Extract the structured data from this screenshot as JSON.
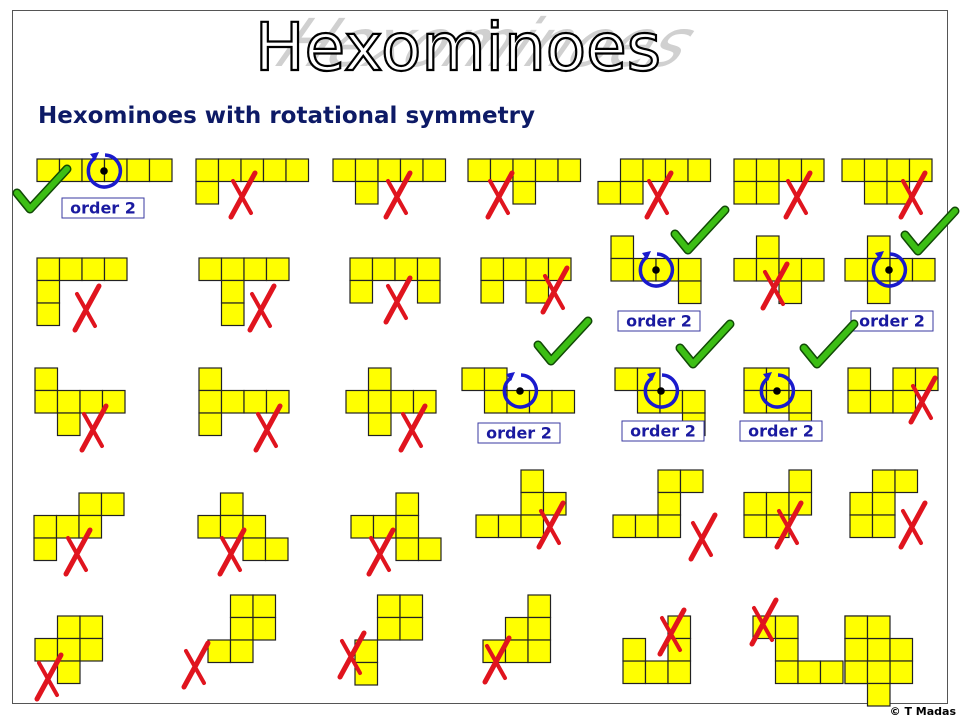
{
  "title": "Hexominoes",
  "subtitle": "Hexominoes with rotational symmetry",
  "copyright": "© T Madas",
  "symmetry_label": "order 2",
  "colors": {
    "cell_fill": "#ffff00",
    "cell_stroke": "#222222",
    "cross": "#e0141e",
    "tick": "#3cbe14",
    "label_text": "#1a1aa0",
    "rotation_arrow": "#1a1acc"
  },
  "icons": {
    "correct": "check-mark-icon",
    "incorrect": "cross-mark-icon",
    "rotation": "rotation-arrow-icon"
  },
  "hexominoes": [
    {
      "cells": [
        [
          0,
          0
        ],
        [
          1,
          0
        ],
        [
          2,
          0
        ],
        [
          3,
          0
        ],
        [
          4,
          0
        ],
        [
          5,
          0
        ]
      ],
      "symmetric": true,
      "order": "order 2"
    },
    {
      "cells": [
        [
          0,
          0
        ],
        [
          1,
          0
        ],
        [
          2,
          0
        ],
        [
          3,
          0
        ],
        [
          4,
          0
        ],
        [
          0,
          1
        ]
      ],
      "symmetric": false
    },
    {
      "cells": [
        [
          0,
          0
        ],
        [
          1,
          0
        ],
        [
          2,
          0
        ],
        [
          3,
          0
        ],
        [
          4,
          0
        ],
        [
          1,
          1
        ]
      ],
      "symmetric": false
    },
    {
      "cells": [
        [
          0,
          0
        ],
        [
          1,
          0
        ],
        [
          2,
          0
        ],
        [
          3,
          0
        ],
        [
          4,
          0
        ],
        [
          2,
          1
        ]
      ],
      "symmetric": false
    },
    {
      "cells": [
        [
          1,
          0
        ],
        [
          2,
          0
        ],
        [
          3,
          0
        ],
        [
          4,
          0
        ],
        [
          0,
          1
        ],
        [
          1,
          1
        ]
      ],
      "symmetric": false
    },
    {
      "cells": [
        [
          0,
          0
        ],
        [
          1,
          0
        ],
        [
          2,
          0
        ],
        [
          3,
          0
        ],
        [
          0,
          1
        ],
        [
          1,
          1
        ]
      ],
      "symmetric": false
    },
    {
      "cells": [
        [
          0,
          0
        ],
        [
          1,
          0
        ],
        [
          2,
          0
        ],
        [
          3,
          0
        ],
        [
          1,
          1
        ],
        [
          2,
          1
        ]
      ],
      "symmetric": false
    },
    {
      "cells": [
        [
          0,
          0
        ],
        [
          1,
          0
        ],
        [
          2,
          0
        ],
        [
          3,
          0
        ],
        [
          0,
          1
        ],
        [
          0,
          2
        ]
      ],
      "symmetric": false
    },
    {
      "cells": [
        [
          0,
          0
        ],
        [
          1,
          0
        ],
        [
          2,
          0
        ],
        [
          3,
          0
        ],
        [
          1,
          1
        ],
        [
          1,
          2
        ]
      ],
      "symmetric": false
    },
    {
      "cells": [
        [
          0,
          0
        ],
        [
          1,
          0
        ],
        [
          2,
          0
        ],
        [
          3,
          0
        ],
        [
          0,
          1
        ],
        [
          3,
          1
        ]
      ],
      "symmetric": false
    },
    {
      "cells": [
        [
          0,
          0
        ],
        [
          1,
          0
        ],
        [
          2,
          0
        ],
        [
          3,
          0
        ],
        [
          0,
          1
        ],
        [
          2,
          1
        ]
      ],
      "symmetric": false
    },
    {
      "cells": [
        [
          0,
          0
        ],
        [
          0,
          1
        ],
        [
          1,
          1
        ],
        [
          2,
          1
        ],
        [
          3,
          1
        ],
        [
          3,
          2
        ]
      ],
      "symmetric": true,
      "order": "order 2"
    },
    {
      "cells": [
        [
          1,
          0
        ],
        [
          0,
          1
        ],
        [
          1,
          1
        ],
        [
          2,
          1
        ],
        [
          3,
          1
        ],
        [
          2,
          2
        ]
      ],
      "symmetric": false
    },
    {
      "cells": [
        [
          1,
          0
        ],
        [
          0,
          1
        ],
        [
          1,
          1
        ],
        [
          2,
          1
        ],
        [
          3,
          1
        ],
        [
          1,
          2
        ]
      ],
      "symmetric": true,
      "order": "order 2"
    },
    {
      "cells": [
        [
          0,
          0
        ],
        [
          0,
          1
        ],
        [
          1,
          1
        ],
        [
          2,
          1
        ],
        [
          3,
          1
        ],
        [
          1,
          2
        ]
      ],
      "symmetric": false
    },
    {
      "cells": [
        [
          0,
          0
        ],
        [
          0,
          1
        ],
        [
          1,
          1
        ],
        [
          2,
          1
        ],
        [
          3,
          1
        ],
        [
          0,
          2
        ]
      ],
      "symmetric": false
    },
    {
      "cells": [
        [
          1,
          0
        ],
        [
          0,
          1
        ],
        [
          1,
          1
        ],
        [
          2,
          1
        ],
        [
          3,
          1
        ],
        [
          1,
          2
        ]
      ],
      "symmetric": false
    },
    {
      "cells": [
        [
          0,
          0
        ],
        [
          1,
          0
        ],
        [
          1,
          1
        ],
        [
          2,
          1
        ],
        [
          3,
          1
        ],
        [
          4,
          1
        ]
      ],
      "symmetric": true,
      "order": "order 2"
    },
    {
      "cells": [
        [
          0,
          0
        ],
        [
          1,
          0
        ],
        [
          1,
          1
        ],
        [
          2,
          1
        ],
        [
          3,
          1
        ],
        [
          3,
          2
        ]
      ],
      "symmetric": true,
      "order": "order 2"
    },
    {
      "cells": [
        [
          0,
          0
        ],
        [
          1,
          0
        ],
        [
          0,
          1
        ],
        [
          1,
          1
        ],
        [
          2,
          1
        ],
        [
          2,
          2
        ]
      ],
      "symmetric": true,
      "order": "order 2"
    },
    {
      "cells": [
        [
          0,
          0
        ],
        [
          2,
          0
        ],
        [
          3,
          0
        ],
        [
          0,
          1
        ],
        [
          1,
          1
        ],
        [
          2,
          1
        ]
      ],
      "symmetric": false
    },
    {
      "cells": [
        [
          2,
          0
        ],
        [
          3,
          0
        ],
        [
          0,
          1
        ],
        [
          1,
          1
        ],
        [
          2,
          1
        ],
        [
          0,
          2
        ]
      ],
      "symmetric": false
    },
    {
      "cells": [
        [
          1,
          0
        ],
        [
          0,
          1
        ],
        [
          1,
          1
        ],
        [
          2,
          1
        ],
        [
          2,
          2
        ],
        [
          3,
          2
        ]
      ],
      "symmetric": false
    },
    {
      "cells": [
        [
          2,
          0
        ],
        [
          0,
          1
        ],
        [
          1,
          1
        ],
        [
          2,
          1
        ],
        [
          2,
          2
        ],
        [
          3,
          2
        ]
      ],
      "symmetric": false
    },
    {
      "cells": [
        [
          2,
          0
        ],
        [
          2,
          1
        ],
        [
          3,
          1
        ],
        [
          0,
          2
        ],
        [
          1,
          2
        ],
        [
          2,
          2
        ]
      ],
      "symmetric": false
    },
    {
      "cells": [
        [
          2,
          0
        ],
        [
          3,
          0
        ],
        [
          2,
          1
        ],
        [
          0,
          2
        ],
        [
          1,
          2
        ],
        [
          2,
          2
        ]
      ],
      "symmetric": false
    },
    {
      "cells": [
        [
          2,
          0
        ],
        [
          0,
          1
        ],
        [
          1,
          1
        ],
        [
          2,
          1
        ],
        [
          0,
          2
        ],
        [
          1,
          2
        ]
      ],
      "symmetric": false
    },
    {
      "cells": [
        [
          1,
          0
        ],
        [
          2,
          0
        ],
        [
          0,
          1
        ],
        [
          1,
          1
        ],
        [
          0,
          2
        ],
        [
          1,
          2
        ]
      ],
      "symmetric": false
    },
    {
      "cells": [
        [
          1,
          0
        ],
        [
          2,
          0
        ],
        [
          0,
          1
        ],
        [
          1,
          1
        ],
        [
          2,
          1
        ],
        [
          1,
          2
        ]
      ],
      "symmetric": false
    },
    {
      "cells": [
        [
          1,
          0
        ],
        [
          2,
          0
        ],
        [
          1,
          1
        ],
        [
          2,
          1
        ],
        [
          0,
          2
        ],
        [
          1,
          2
        ]
      ],
      "symmetric": false
    },
    {
      "cells": [
        [
          1,
          0
        ],
        [
          2,
          0
        ],
        [
          1,
          1
        ],
        [
          2,
          1
        ],
        [
          0,
          2
        ],
        [
          0,
          3
        ]
      ],
      "symmetric": false
    },
    {
      "cells": [
        [
          2,
          0
        ],
        [
          1,
          1
        ],
        [
          2,
          1
        ],
        [
          0,
          2
        ],
        [
          1,
          2
        ],
        [
          2,
          2
        ]
      ],
      "symmetric": false
    },
    {
      "cells": [
        [
          2,
          0
        ],
        [
          2,
          1
        ],
        [
          0,
          2
        ],
        [
          1,
          2
        ],
        [
          2,
          2
        ],
        [
          0,
          1
        ]
      ],
      "symmetric": false
    },
    {
      "cells": [
        [
          0,
          0
        ],
        [
          1,
          0
        ],
        [
          1,
          1
        ],
        [
          1,
          2
        ],
        [
          2,
          2
        ],
        [
          3,
          2
        ]
      ],
      "symmetric": false
    },
    {
      "cells": [
        [
          0,
          0
        ],
        [
          0,
          1
        ],
        [
          1,
          1
        ],
        [
          2,
          1
        ],
        [
          0,
          2
        ],
        [
          2,
          2
        ]
      ],
      "symmetric": false
    },
    {
      "cells": [
        [
          0,
          0
        ],
        [
          1,
          0
        ],
        [
          0,
          1
        ],
        [
          0,
          2
        ],
        [
          1,
          2
        ],
        [
          1,
          3
        ]
      ],
      "symmetric": false
    },
    {
      "cells": [
        [
          2,
          0
        ],
        [
          3,
          0
        ],
        [
          1,
          1
        ],
        [
          2,
          1
        ],
        [
          0,
          2
        ],
        [
          1,
          2
        ]
      ],
      "symmetric": true,
      "order": "order 2"
    }
  ]
}
